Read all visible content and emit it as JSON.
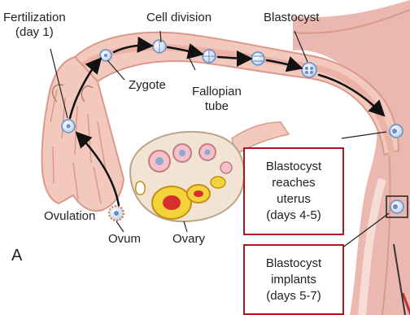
{
  "panel_letter": "A",
  "labels": {
    "fertilization": [
      "Fertilization",
      "(day 1)"
    ],
    "cell_division": "Cell division",
    "blastocyst": "Blastocyst",
    "zygote": "Zygote",
    "fallopian_tube": [
      "Fallopian",
      "tube"
    ],
    "ovulation": "Ovulation",
    "ovum": "Ovum",
    "ovary": "Ovary"
  },
  "callouts": {
    "reaches": [
      "Blastocyst",
      "reaches",
      "uterus",
      "(days 4-5)"
    ],
    "implants": [
      "Blastocyst",
      "implants",
      "(days 5-7)"
    ]
  },
  "colors": {
    "tissue": "#f3c9bd",
    "tissue_dark": "#d99a8b",
    "uterus": "#eab8b0",
    "ovary": "#f1e4d3",
    "follicle": "#f2d43a",
    "callout_border": "#b0141a"
  }
}
